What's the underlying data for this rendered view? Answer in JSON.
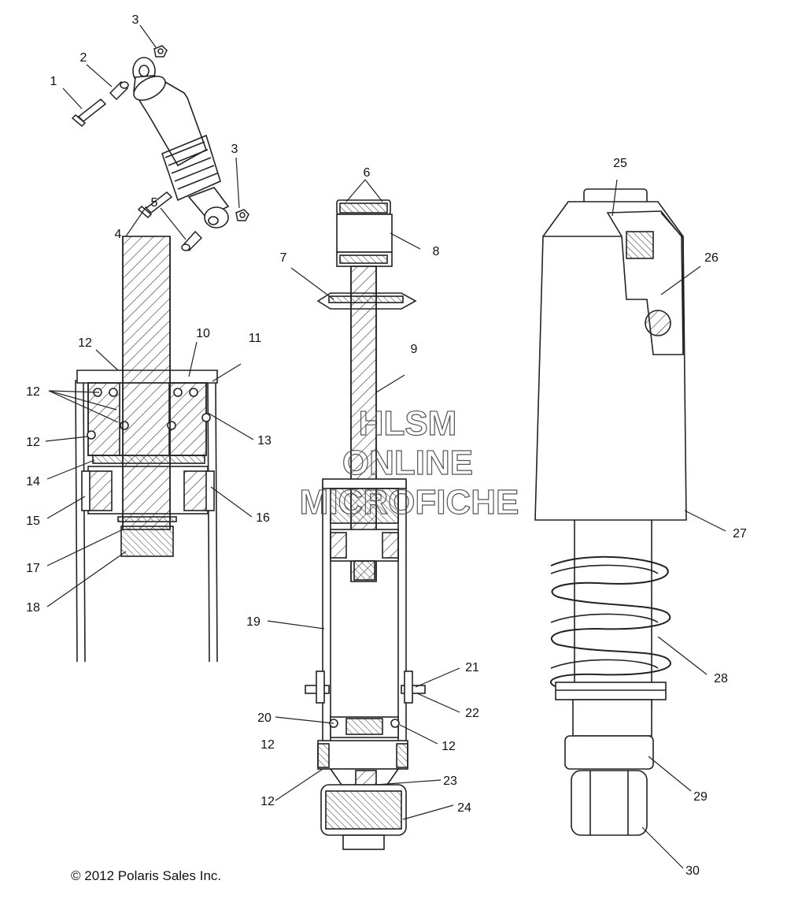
{
  "callouts": [
    "1",
    "2",
    "3",
    "3",
    "4",
    "5",
    "6",
    "7",
    "8",
    "9",
    "10",
    "11",
    "12",
    "12",
    "12",
    "12",
    "13",
    "14",
    "15",
    "16",
    "17",
    "18",
    "19",
    "20",
    "12",
    "21",
    "22",
    "12",
    "23",
    "24",
    "25",
    "26",
    "27",
    "28",
    "29",
    "30"
  ],
  "watermark": {
    "line1": "HLSM",
    "line2": "ONLINE",
    "line3": "MICROFICHE"
  },
  "copyright": "© 2012 Polaris Sales Inc."
}
